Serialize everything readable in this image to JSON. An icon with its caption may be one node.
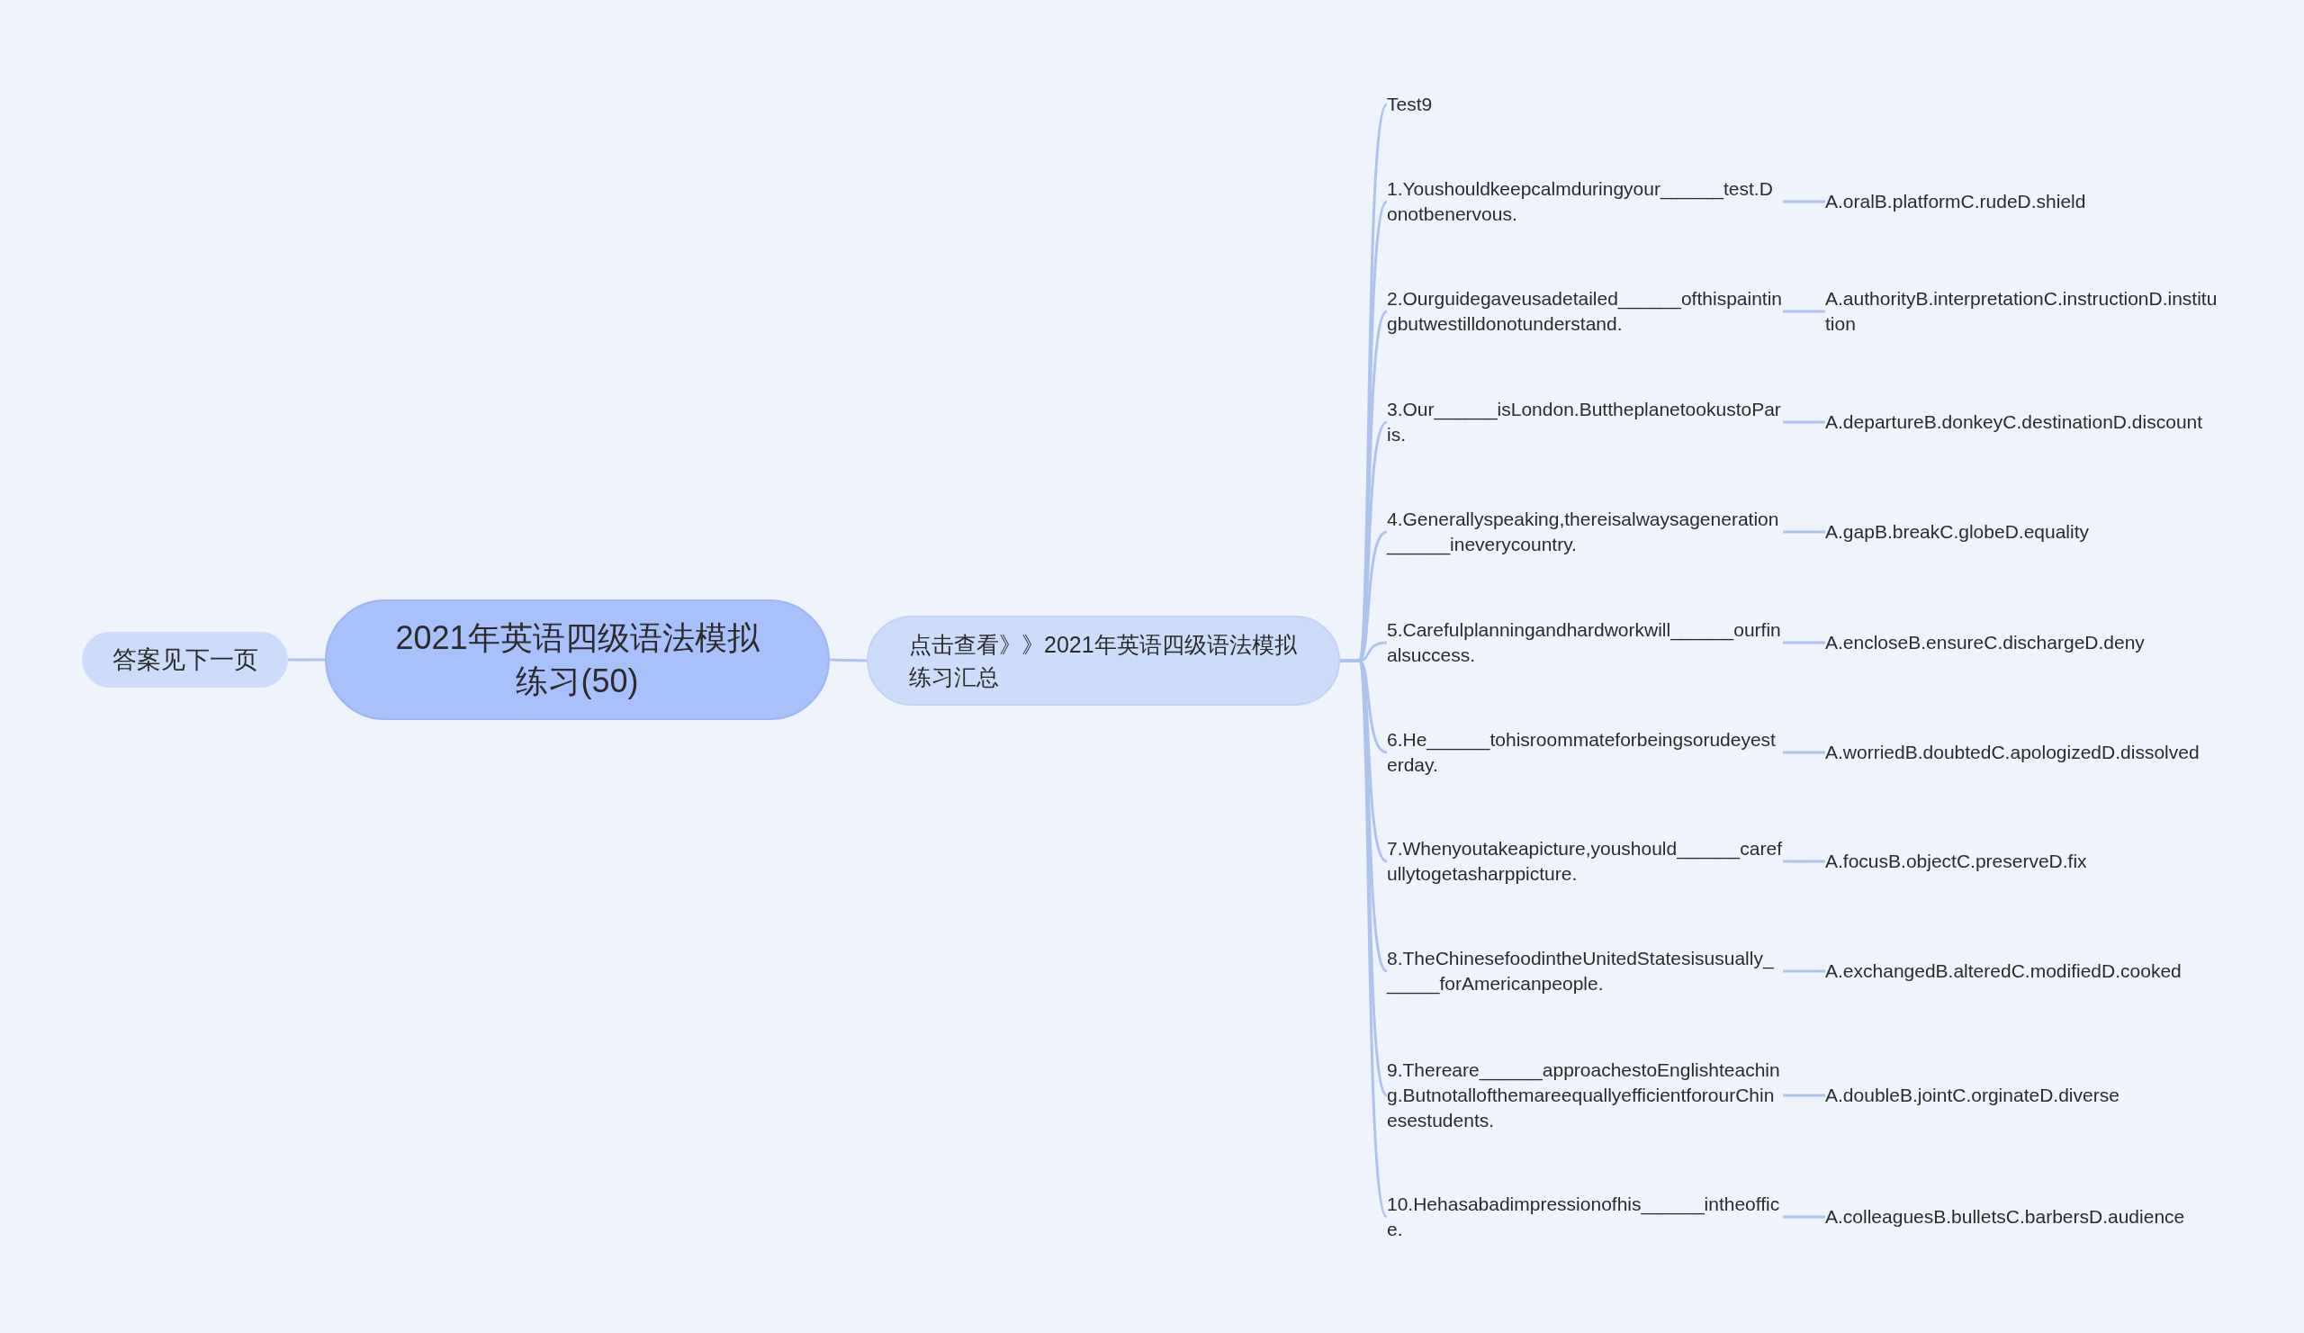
{
  "diagram": {
    "nodes": [
      {
        "text": [
          "2021年英语四级语法模拟练习(50)"
        ]
      },
      {
        "text": [
          "答案见下一页"
        ]
      },
      {
        "text": [
          "点击查看》》2021年英语四级语法模拟练习汇总"
        ]
      },
      {
        "text": [
          "Test9"
        ]
      },
      {
        "text": [
          "1.Youshouldkeepcalmduringyour______test.Donotbenervous."
        ]
      },
      {
        "text": [
          "A.oralB.platformC.rudeD.shield"
        ]
      },
      {
        "text": [
          "2.Ourguidegaveusadetailed______ofthispaintingbutwestilldonotunderstand."
        ]
      },
      {
        "text": [
          "A.authorityB.interpretationC.instructionD.institution"
        ]
      },
      {
        "text": [
          "3.Our______isLondon.ButtheplanetookustoParis."
        ]
      },
      {
        "text": [
          "A.departureB.donkeyC.destinationD.discount"
        ]
      },
      {
        "text": [
          "4.Generallyspeaking,thereisalwaysageneration______ineverycountry."
        ]
      },
      {
        "text": [
          "A.gapB.breakC.globeD.equality"
        ]
      },
      {
        "text": [
          "5.Carefulplanningandhardworkwill______ourfinalsuccess."
        ]
      },
      {
        "text": [
          "A.encloseB.ensureC.dischargeD.deny"
        ]
      },
      {
        "text": [
          "6.He______tohisroommateforbeingsorudeyesterday."
        ]
      },
      {
        "text": [
          "A.worriedB.doubtedC.apologizedD.dissolved"
        ]
      },
      {
        "text": [
          "7.Whenyoutakeapicture,youshould______carefullytogetasharppicture."
        ]
      },
      {
        "text": [
          "A.focusB.objectC.preserveD.fix"
        ]
      },
      {
        "text": [
          "8.TheChinesefoodintheUnitedStatesisusually______forAmericanpeople."
        ]
      },
      {
        "text": [
          "A.exchangedB.alteredC.modifiedD.cooked"
        ]
      },
      {
        "text": [
          "9.Thereare______approachestoEnglishteaching.ButnotallofthemareequallyefficientforourChinesestudents."
        ]
      },
      {
        "text": [
          "A.doubleB.jointC.orginateD.diverse"
        ]
      },
      {
        "text": [
          "10.Hehasabadimpressionofhis______intheoffice."
        ]
      },
      {
        "text": [
          "A.colleaguesB.bulletsC.barbersD.audience"
        ]
      }
    ],
    "edges": [
      {
        "from": 0,
        "to": 1,
        "arrow": "none"
      },
      {
        "from": 0,
        "to": 2,
        "arrow": "none"
      },
      {
        "from": 2,
        "to": 3,
        "arrow": "none"
      },
      {
        "from": 2,
        "to": 4,
        "arrow": "none"
      },
      {
        "from": 4,
        "to": 5,
        "arrow": "none"
      },
      {
        "from": 2,
        "to": 6,
        "arrow": "none"
      },
      {
        "from": 6,
        "to": 7,
        "arrow": "none"
      },
      {
        "from": 2,
        "to": 8,
        "arrow": "none"
      },
      {
        "from": 8,
        "to": 9,
        "arrow": "none"
      },
      {
        "from": 2,
        "to": 10,
        "arrow": "none"
      },
      {
        "from": 10,
        "to": 11,
        "arrow": "none"
      },
      {
        "from": 2,
        "to": 12,
        "arrow": "none"
      },
      {
        "from": 12,
        "to": 13,
        "arrow": "none"
      },
      {
        "from": 2,
        "to": 14,
        "arrow": "none"
      },
      {
        "from": 14,
        "to": 15,
        "arrow": "none"
      },
      {
        "from": 2,
        "to": 16,
        "arrow": "none"
      },
      {
        "from": 16,
        "to": 17,
        "arrow": "none"
      },
      {
        "from": 2,
        "to": 18,
        "arrow": "none"
      },
      {
        "from": 18,
        "to": 19,
        "arrow": "none"
      },
      {
        "from": 2,
        "to": 20,
        "arrow": "none"
      },
      {
        "from": 20,
        "to": 21,
        "arrow": "none"
      },
      {
        "from": 2,
        "to": 22,
        "arrow": "none"
      },
      {
        "from": 22,
        "to": 23,
        "arrow": "none"
      }
    ]
  }
}
